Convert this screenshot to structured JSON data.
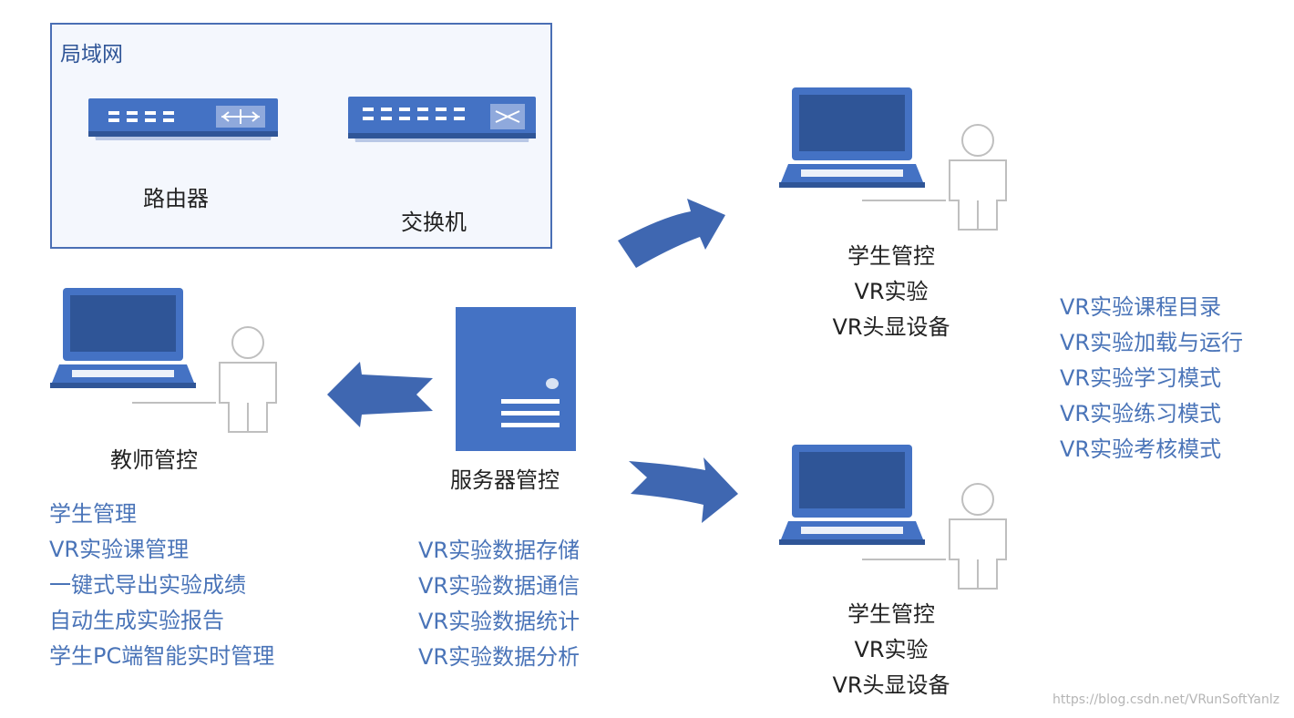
{
  "lan": {
    "title": "局域网",
    "router_label": "路由器",
    "switch_label": "交换机"
  },
  "teacher": {
    "label": "教师管控",
    "functions": [
      "学生管理",
      "VR实验课管理",
      "一键式导出实验成绩",
      "自动生成实验报告",
      "学生PC端智能实时管理"
    ]
  },
  "server": {
    "label": "服务器管控",
    "functions": [
      "VR实验数据存储",
      "VR实验数据通信",
      "VR实验数据统计",
      "VR实验数据分析"
    ]
  },
  "student_top": {
    "lines": [
      "学生管控",
      "VR实验",
      "VR头显设备"
    ]
  },
  "student_bottom": {
    "lines": [
      "学生管控",
      "VR实验",
      "VR头显设备"
    ]
  },
  "student_functions": [
    "VR实验课程目录",
    "VR实验加载与运行",
    "VR实验学习模式",
    "VR实验练习模式",
    "VR实验考核模式"
  ],
  "watermark": "https://blog.csdn.net/VRunSoftYanlz",
  "colors": {
    "device_blue": "#4472c4",
    "device_dark": "#2f5597",
    "text_blue": "#4a74b8",
    "person_gray": "#bfbfbf"
  }
}
